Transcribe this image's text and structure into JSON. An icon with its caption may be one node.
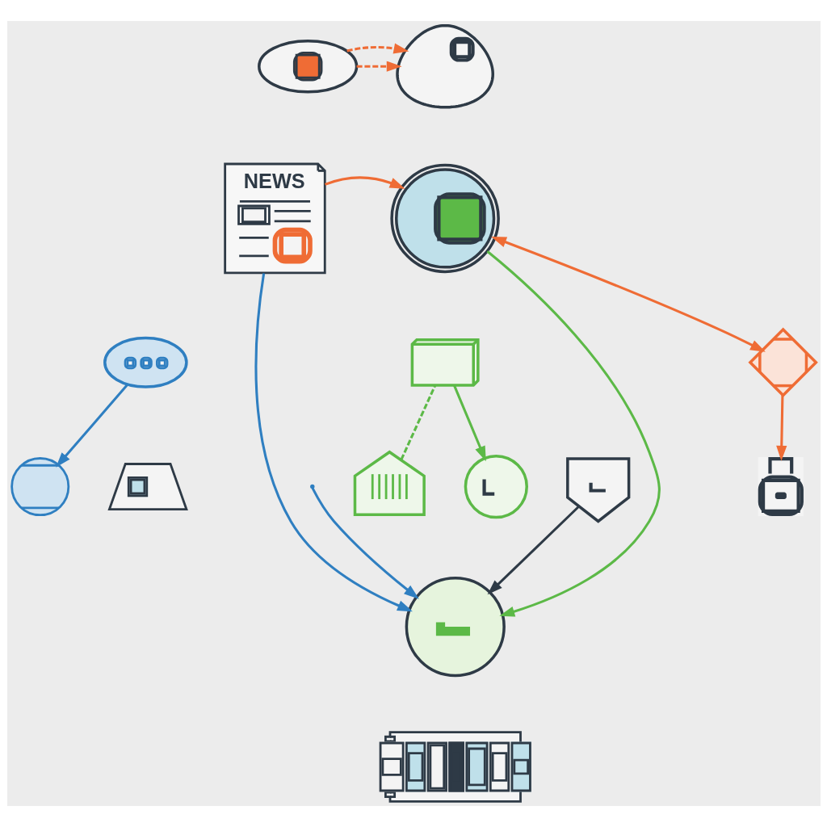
{
  "diagram": {
    "nodes": [
      {
        "text": [],
        "shape": "picture"
      },
      {
        "text": [],
        "shape": "picture"
      },
      {
        "text": [
          "NEWS"
        ]
      },
      {
        "text": [],
        "shape": "picture"
      },
      {
        "text": [],
        "shape": "picture"
      },
      {
        "text": [],
        "shape": "picture"
      },
      {
        "text": [],
        "shape": "picture"
      },
      {
        "text": [],
        "shape": "picture"
      },
      {
        "text": [],
        "shape": "picture"
      },
      {
        "text": [],
        "shape": "picture"
      },
      {
        "text": [],
        "shape": "picture"
      },
      {
        "text": [],
        "shape": "picture"
      },
      {
        "text": [],
        "shape": "picture"
      },
      {
        "text": [],
        "shape": "picture"
      },
      {
        "text": [],
        "shape": "picture"
      }
    ],
    "edges": [
      {
        "from": 0,
        "to": 1,
        "arrow": "to",
        "style": "dashed"
      },
      {
        "from": 0,
        "to": 1,
        "arrow": "to",
        "style": "dashed"
      },
      {
        "from": 2,
        "to": 3,
        "arrow": "to"
      },
      {
        "from": 3,
        "to": 10,
        "arrow": "both"
      },
      {
        "from": 4,
        "to": 5,
        "arrow": "to",
        "color": "#2f7fc1"
      },
      {
        "from": 8,
        "to": 7,
        "arrow": "none",
        "style": "dashed",
        "color": "#5cb947"
      },
      {
        "from": 7,
        "to": 9,
        "arrow": "to",
        "color": "#5cb947"
      },
      {
        "from": 10,
        "to": 11,
        "arrow": "to"
      },
      {
        "from": 2,
        "to": 13,
        "arrow": "to",
        "color": "#2f7fc1"
      },
      {
        "from": null,
        "to": 13,
        "arrow": "to",
        "color": "#2f7fc1"
      },
      {
        "from": 3,
        "to": 13,
        "arrow": "to",
        "color": "#5cb947"
      },
      {
        "from": 12,
        "to": 13,
        "arrow": "to",
        "color": "#2e3a46"
      }
    ]
  }
}
